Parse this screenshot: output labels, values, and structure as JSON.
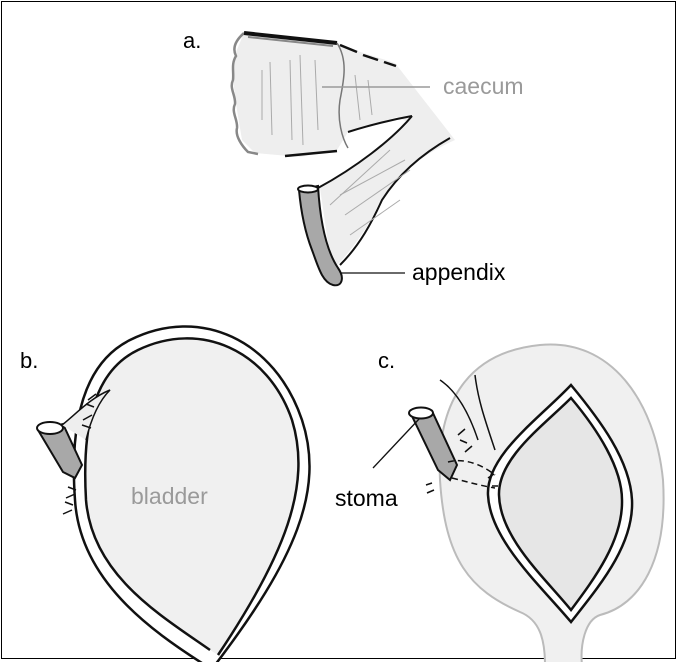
{
  "figure": {
    "panels": [
      {
        "id": "a",
        "label": "a."
      },
      {
        "id": "b",
        "label": "b."
      },
      {
        "id": "c",
        "label": "c."
      }
    ],
    "labels": {
      "caecum": "caecum",
      "appendix": "appendix",
      "bladder": "bladder",
      "stoma": "stoma"
    }
  },
  "colors": {
    "outline": "#111111",
    "fill_light": "#f0f0f0",
    "fill_mid": "#e6e6e6",
    "appendix_fill": "#a8a8a8",
    "label_grey": "#9a9a9a",
    "label_dark": "#000000"
  }
}
